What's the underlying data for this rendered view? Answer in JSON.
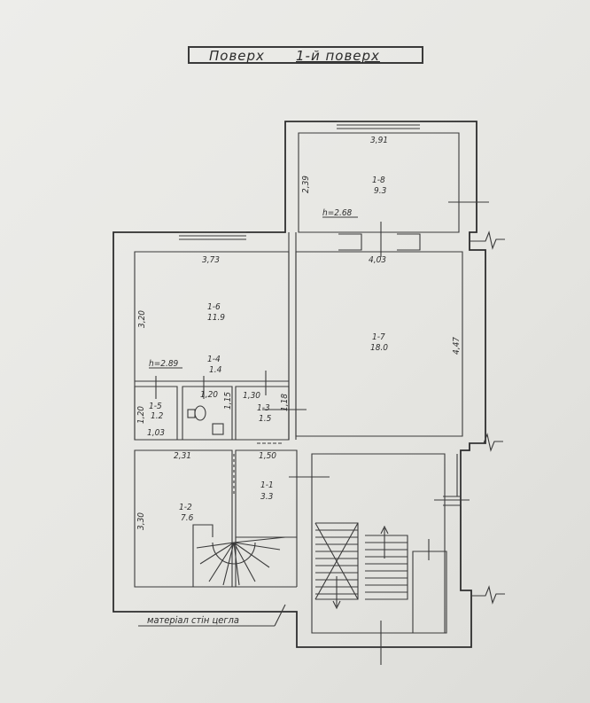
{
  "header": {
    "label": "Поверх",
    "value": "1-й поверх"
  },
  "wall_note": "матеріал стін цегла",
  "rooms": [
    {
      "id": "1-8",
      "area": "9.3"
    },
    {
      "id": "1-6",
      "area": "11.9"
    },
    {
      "id": "1-7",
      "area": "18.0"
    },
    {
      "id": "1-4",
      "area": "1.4"
    },
    {
      "id": "1-5",
      "area": "1.2"
    },
    {
      "id": "1-3",
      "area": "1.5"
    },
    {
      "id": "1-2",
      "area": "7.6"
    },
    {
      "id": "1-1",
      "area": "3.3"
    }
  ],
  "dimensions": {
    "d391": "3,91",
    "d239": "2,39",
    "h268": "h=2.68",
    "d373": "3,73",
    "d403": "4,03",
    "d320a": "3,20",
    "d447": "4,47",
    "h289": "h=2.89",
    "d120a": "1,20",
    "d115": "1,15",
    "d130": "1,30",
    "d118": "1,18",
    "d120b": "1,20",
    "d103": "1,03",
    "d231": "2,31",
    "d150": "1,50",
    "d330": "3,30"
  }
}
